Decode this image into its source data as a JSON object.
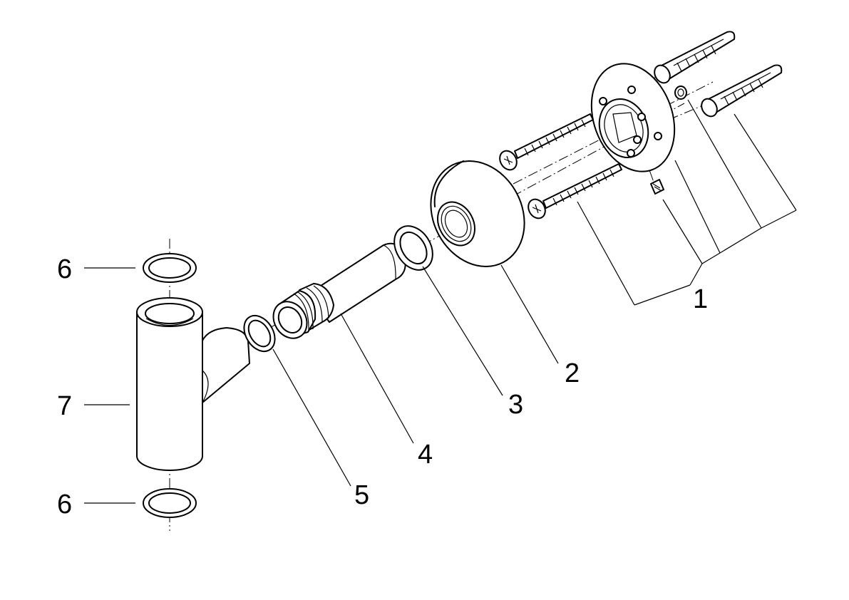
{
  "labels": {
    "part_1": "1",
    "part_2": "2",
    "part_3": "3",
    "part_4": "4",
    "part_5": "5",
    "part_6_top": "6",
    "part_6_bottom": "6",
    "part_7": "7"
  },
  "colors": {
    "ink": "#000000",
    "paper": "#ffffff"
  }
}
